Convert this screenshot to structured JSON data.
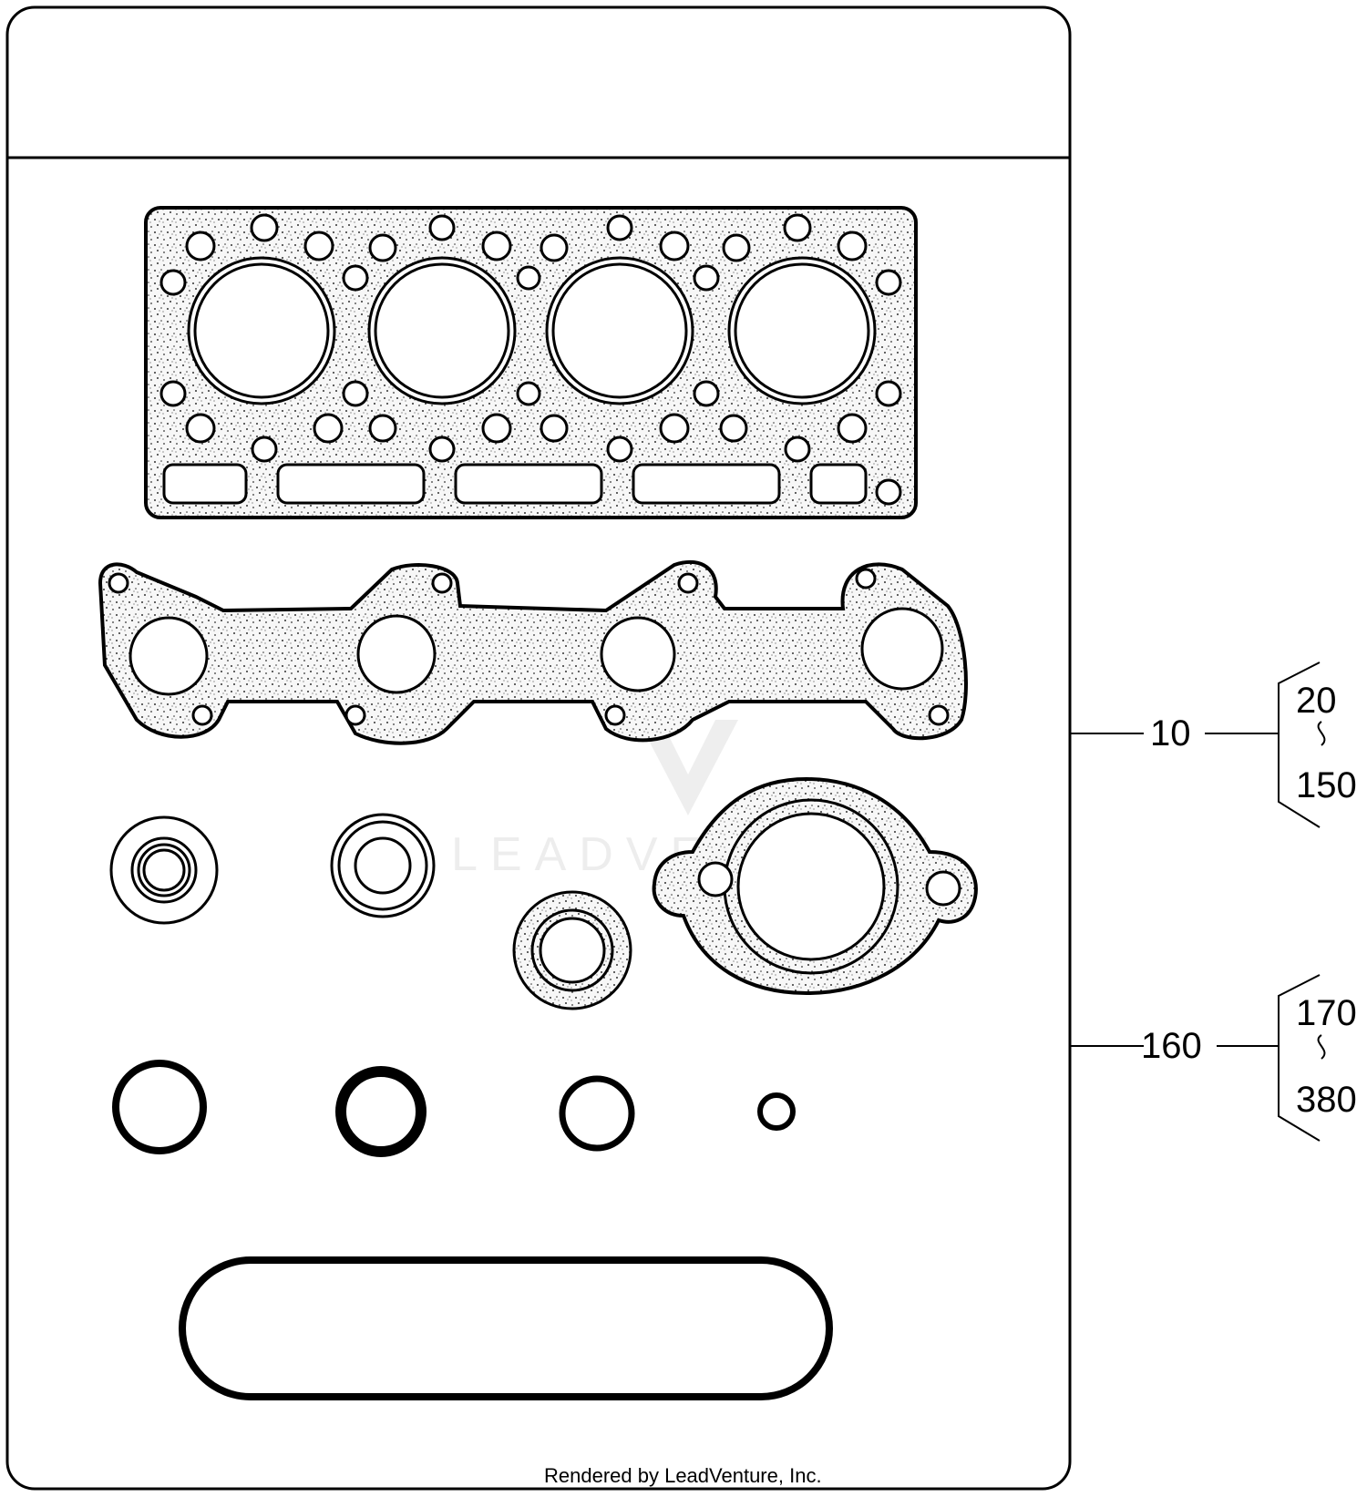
{
  "callouts": {
    "kit_a": {
      "number": "10",
      "range_start": "20",
      "range_end": "150"
    },
    "kit_b": {
      "number": "160",
      "range_start": "170",
      "range_end": "380"
    }
  },
  "watermark": "LEADVENTURE",
  "footer": "Rendered by LeadVenture, Inc.",
  "colors": {
    "line": "#000000",
    "background": "#ffffff",
    "gasket_fill": "#f4f4f4",
    "watermark": "#ececec"
  }
}
